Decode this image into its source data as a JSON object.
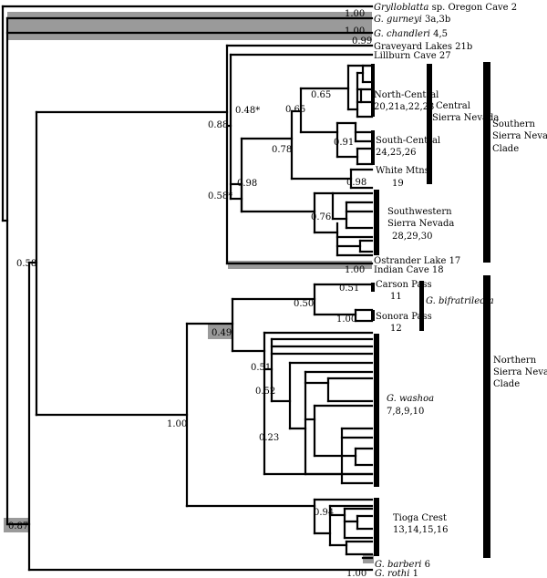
{
  "tips": {
    "grylloblatta_genus": "Grylloblatta",
    "grylloblatta_rest": " sp. Oregon Cave 2",
    "gurneyi_name": "G. gurneyi",
    "gurneyi_num": " 3a,3b",
    "chandleri_name": "G. chandleri",
    "chandleri_num": " 4,5",
    "graveyard": "Graveyard Lakes 21b",
    "lillburn": "Lillburn Cave 27",
    "north_central_1": "North-Central",
    "north_central_2": "20,21a,22,23",
    "south_central_1": "South-Central",
    "south_central_2": "24,25,26",
    "white_mtns_1": "White Mtns.",
    "white_mtns_2": "19",
    "southwestern_1": "Southwestern",
    "southwestern_2": "Sierra Nevada",
    "southwestern_3": "28,29,30",
    "ostrander": "Ostrander Lake 17",
    "indian_cave": "Indian Cave 18",
    "carson_1": "Carson Pass",
    "carson_2": "11",
    "sonora_1": "Sonora Pass",
    "sonora_2": "12",
    "washoa_name": "G. washoa",
    "washoa_num": "7,8,9,10",
    "tioga_1": "Tioga Crest",
    "tioga_2": "13,14,15,16",
    "barberi_name": "G. barberi",
    "barberi_num": " 6",
    "rothi_name": "G. rothi",
    "rothi_num": " 1"
  },
  "groups": {
    "central_1": "Central",
    "central_2": "Sierra Nevada",
    "southern_1": "Southern",
    "southern_2": "Sierra Nevada",
    "southern_3": "Clade",
    "bifratrilecta": "G. bifratrilecta",
    "northern_1": "Northern",
    "northern_2": "Sierra Nevada",
    "northern_3": "Clade"
  },
  "support": {
    "s100_gurneyi": "1.00",
    "s100_chandleri": "1.00",
    "s099": "0.99",
    "s088": "0.88",
    "s048": "0.48*",
    "s065a": "0.65",
    "s065b": "0.65",
    "s078": "0.78",
    "s091": "0.91",
    "s098a": "0.98",
    "s098b": "0.98",
    "s058star": "0.58*",
    "s076": "0.76",
    "s100_indian": "1.00",
    "s058": "0.58",
    "s051a": "0.51",
    "s050": "0.50",
    "s100_sonora": "1.00",
    "s049": "0.49",
    "s051b": "0.51",
    "s052": "0.52",
    "s023": "0.23",
    "s100_north": "1.00",
    "s094": "0.94",
    "s087": "0.87",
    "s100_rothi": "1.00"
  }
}
